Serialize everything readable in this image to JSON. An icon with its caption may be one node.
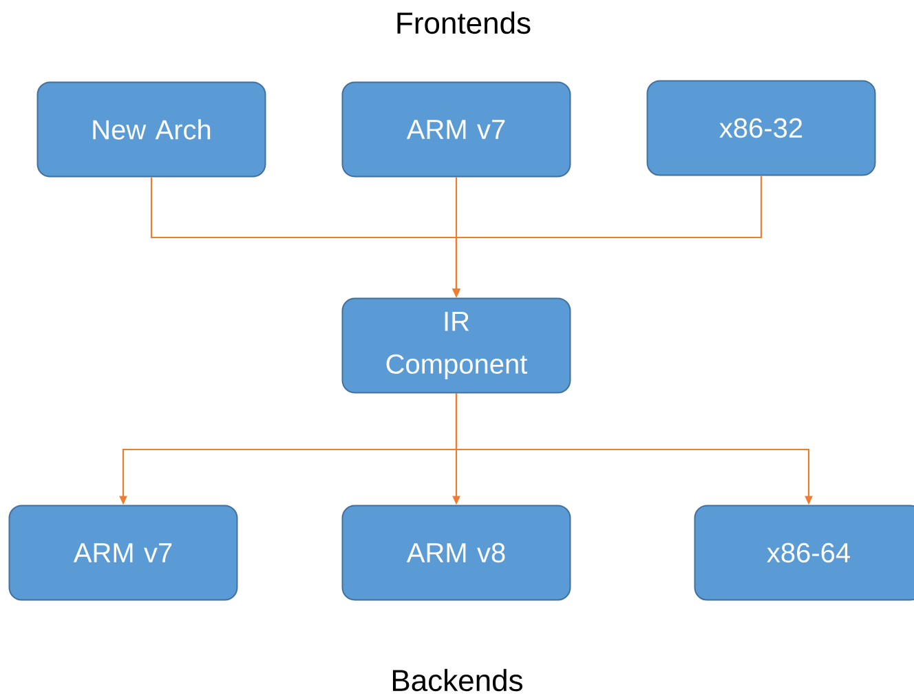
{
  "diagram": {
    "nodes": [
      {
        "text": [
          "New Arch"
        ]
      },
      {
        "text": [
          "ARM v7"
        ]
      },
      {
        "text": [
          "x86-32"
        ]
      },
      {
        "text": [
          "IR Component"
        ]
      },
      {
        "text": [
          "ARM v7"
        ]
      },
      {
        "text": [
          "ARM v8"
        ]
      },
      {
        "text": [
          "x86-64"
        ]
      }
    ],
    "edges": [
      {
        "from": 0,
        "to": 3,
        "arrow": "to"
      },
      {
        "from": 1,
        "to": 3,
        "arrow": "to"
      },
      {
        "from": 2,
        "to": 3,
        "arrow": "to"
      },
      {
        "from": 3,
        "to": 4,
        "arrow": "to"
      },
      {
        "from": 3,
        "to": 5,
        "arrow": "to"
      },
      {
        "from": 3,
        "to": 6,
        "arrow": "to"
      }
    ],
    "labels": [
      "Frontends",
      "Backends"
    ]
  }
}
